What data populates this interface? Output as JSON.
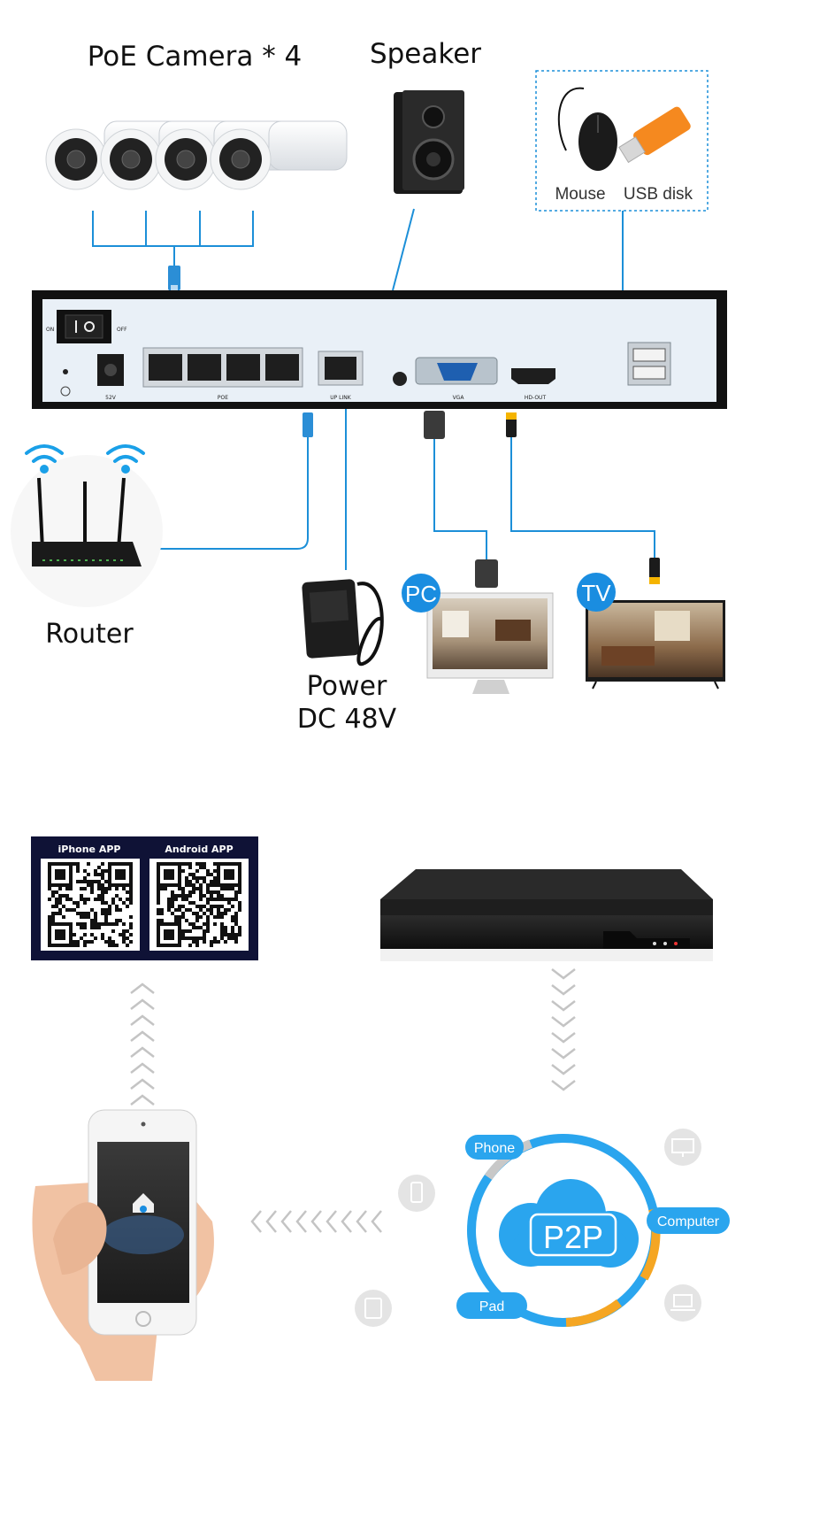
{
  "labels": {
    "cameras": "PoE Camera * 4",
    "speaker": "Speaker",
    "mouse": "Mouse",
    "usb_disk": "USB disk",
    "router": "Router",
    "power_line1": "Power",
    "power_line2": "DC 48V",
    "pc_badge": "PC",
    "tv_badge": "TV"
  },
  "nvr_panel": {
    "on": "ON",
    "off": "OFF",
    "dc": "52V",
    "poe": "POE",
    "uplink": "UP LINK",
    "vga": "VGA",
    "hdout": "HD-OUT"
  },
  "qr": {
    "iphone": "iPhone APP",
    "android": "Android APP"
  },
  "p2p": {
    "center": "P2P",
    "phone": "Phone",
    "computer": "Computer",
    "pad": "Pad"
  },
  "colors": {
    "line_blue": "#1c8fd8",
    "badge_blue": "#1a8de0",
    "cloud_blue": "#2aa5ee",
    "ring_orange": "#f5a623",
    "ring_gray": "#c8c8c8",
    "nvr_front": "#e9f0f7",
    "qr_bg": "#0f1236"
  }
}
